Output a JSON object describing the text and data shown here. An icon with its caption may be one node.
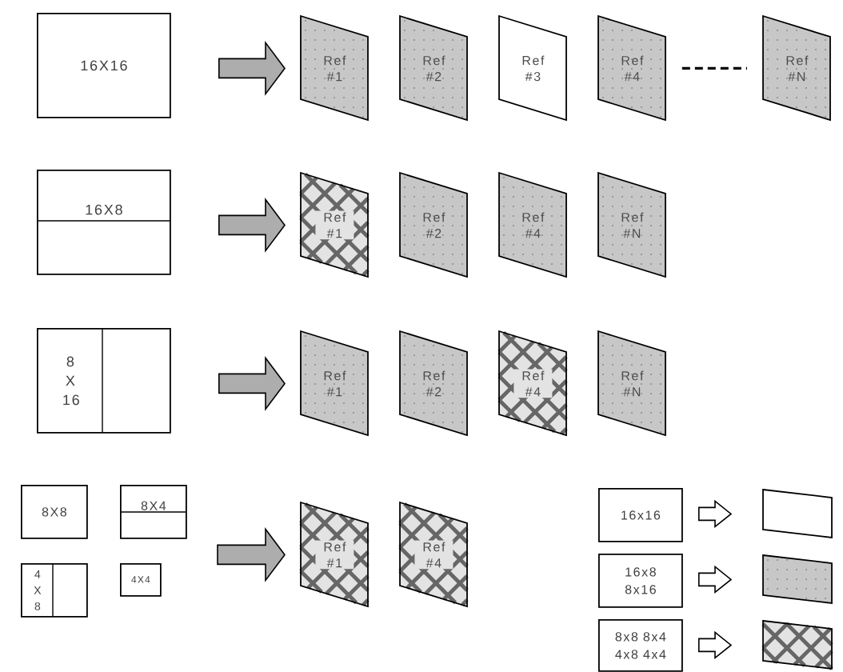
{
  "diagram": {
    "nodes": [
      {
        "text": [
          "16X16"
        ]
      },
      {
        "text": [
          "Ref #1"
        ]
      },
      {
        "text": [
          "Ref #2"
        ]
      },
      {
        "text": [
          "Ref #3"
        ]
      },
      {
        "text": [
          "Ref #4"
        ]
      },
      {
        "text": [
          "Ref #N"
        ]
      },
      {
        "text": [
          "16X8"
        ]
      },
      {
        "text": [
          "Ref #1"
        ]
      },
      {
        "text": [
          "Ref #2"
        ]
      },
      {
        "text": [
          "Ref #4"
        ]
      },
      {
        "text": [
          "Ref #N"
        ]
      },
      {
        "text": [
          "8 X 16"
        ]
      },
      {
        "text": [
          "Ref #1"
        ]
      },
      {
        "text": [
          "Ref #2"
        ]
      },
      {
        "text": [
          "Ref #4"
        ]
      },
      {
        "text": [
          "Ref #N"
        ]
      },
      {
        "text": [
          "8X8"
        ]
      },
      {
        "text": [
          "8X4"
        ]
      },
      {
        "text": [
          "4 X 8"
        ]
      },
      {
        "text": [
          "4X4"
        ]
      },
      {
        "text": [
          "Ref #1"
        ]
      },
      {
        "text": [
          "Ref #4"
        ]
      },
      {
        "text": [
          "16x16"
        ]
      },
      {
        "text": [],
        "shape": "parallelogram"
      },
      {
        "text": [
          "16x8 8x16"
        ]
      },
      {
        "text": [],
        "shape": "parallelogram"
      },
      {
        "text": [
          "8x8 8x4 4x8 4x4"
        ]
      },
      {
        "text": [],
        "shape": "parallelogram"
      }
    ],
    "edges": [
      {
        "from": 0,
        "to": 1,
        "arrow": "to"
      },
      {
        "from": 4,
        "to": 5,
        "arrow": "none",
        "style": "dashed"
      },
      {
        "from": 6,
        "to": 7,
        "arrow": "to"
      },
      {
        "from": 11,
        "to": 12,
        "arrow": "to"
      },
      {
        "from": null,
        "to": 20,
        "arrow": "to"
      },
      {
        "from": 22,
        "to": 23,
        "arrow": "to",
        "color": "#ffffff"
      },
      {
        "from": 24,
        "to": 25,
        "arrow": "to",
        "color": "#ffffff"
      },
      {
        "from": 26,
        "to": 27,
        "arrow": "to",
        "color": "#ffffff"
      }
    ]
  }
}
